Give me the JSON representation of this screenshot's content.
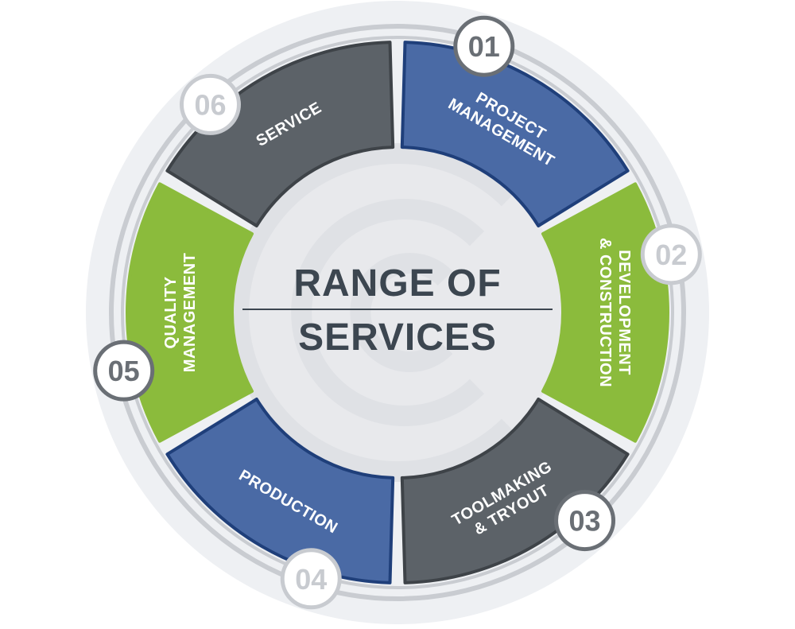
{
  "title": {
    "line1": "RANGE OF",
    "line2": "SERVICES"
  },
  "colors": {
    "blue": "#4a6aa5",
    "blue_border": "#1f3f7a",
    "green": "#8bbb3c",
    "gray": "#5c6268",
    "gray_border": "#3e4348",
    "ring": "#c9ccd1",
    "outer_disc": "#eef0f3",
    "inner_disc": "#e8e9ec",
    "badge_active": "#6a6f75",
    "badge_faded": "#c8cbd0"
  },
  "segments": [
    {
      "number": "01",
      "lines": [
        "PROJECT",
        "MANAGEMENT"
      ],
      "fill": "blue",
      "badge": "active"
    },
    {
      "number": "02",
      "lines": [
        "DEVELOPMENT",
        "& CONSTRUCTION"
      ],
      "fill": "green",
      "badge": "faded"
    },
    {
      "number": "03",
      "lines": [
        "TOOLMAKING",
        "& TRYOUT"
      ],
      "fill": "gray",
      "badge": "active"
    },
    {
      "number": "04",
      "lines": [
        "PRODUCTION"
      ],
      "fill": "blue",
      "badge": "faded"
    },
    {
      "number": "05",
      "lines": [
        "QUALITY",
        "MANAGEMENT"
      ],
      "fill": "green",
      "badge": "active"
    },
    {
      "number": "06",
      "lines": [
        "SERVICE"
      ],
      "fill": "gray",
      "badge": "faded"
    }
  ]
}
